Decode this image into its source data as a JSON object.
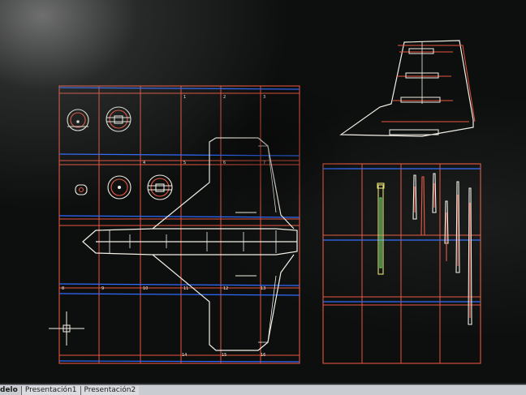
{
  "tabs": [
    {
      "label": "delo",
      "active": true
    },
    {
      "label": "Presentación1",
      "active": false
    },
    {
      "label": "Presentación2",
      "active": false
    }
  ],
  "sheet_numbers": {
    "plan": [
      "1",
      "2",
      "3",
      "4",
      "5",
      "6",
      "7",
      "8",
      "9",
      "10",
      "11",
      "12",
      "13",
      "14",
      "15",
      "16"
    ]
  },
  "colors": {
    "background": "#0d0f0e",
    "frame_red": "#e8553f",
    "guide_blue": "#2f6bff",
    "geometry_white": "#f2efe6",
    "part_yellow": "#e8e070",
    "part_green": "#6ee06e"
  },
  "icons": [
    "ucs-crosshair-icon"
  ]
}
